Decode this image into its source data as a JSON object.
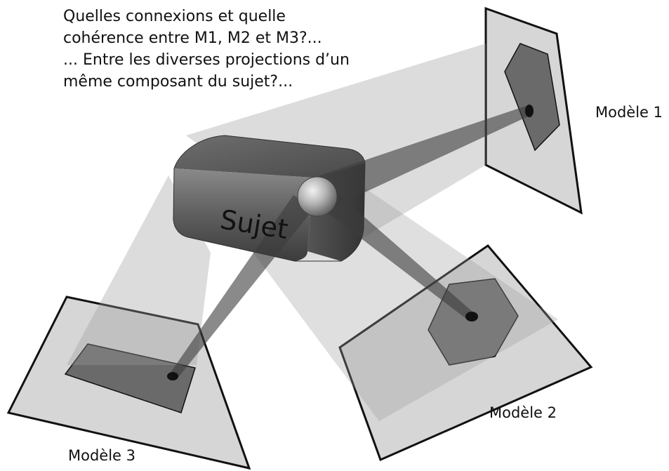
{
  "question": {
    "lines": [
      "Quelles connexions et quelle",
      "cohérence entre M1, M2 et M3?...",
      "... Entre les diverses projections d’un",
      "même composant du sujet?..."
    ]
  },
  "subject": {
    "label": "Sujet"
  },
  "models": [
    {
      "label": "Modèle 1"
    },
    {
      "label": "Modèle 2"
    },
    {
      "label": "Modèle 3"
    }
  ],
  "colors": {
    "cone": "#bdbdbd",
    "plane": "#d6d6d6",
    "shape": "#6a6a6a",
    "beam": "#3c3c3c",
    "box": "#595959"
  }
}
